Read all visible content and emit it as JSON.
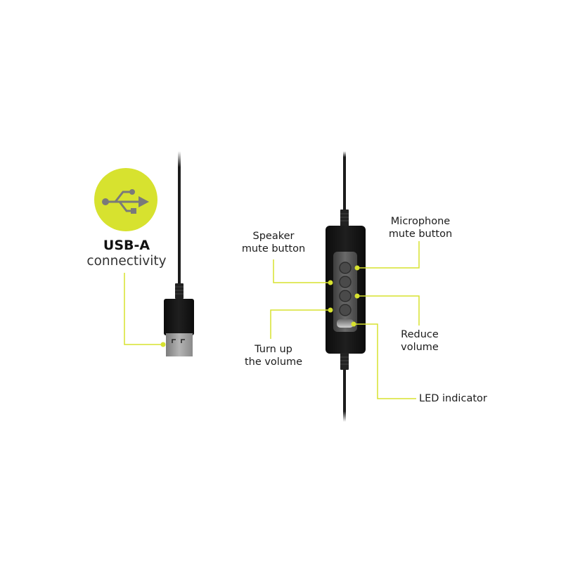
{
  "colors": {
    "accent": "#d7e22f",
    "cable": "#1c1c1c",
    "connector_metal": "#9a9a9a",
    "body": "#111111",
    "panel": "#555555"
  },
  "icons": {
    "usb_symbol": "usb-icon"
  },
  "usb": {
    "title": "USB-A",
    "subtitle": "connectivity"
  },
  "labels": {
    "speaker_mute": [
      "Speaker",
      "mute button"
    ],
    "microphone_mute": [
      "Microphone",
      "mute button"
    ],
    "reduce_volume": [
      "Reduce",
      "volume"
    ],
    "turn_up_volume": [
      "Turn up",
      "the volume"
    ],
    "led_indicator": "LED indicator"
  }
}
